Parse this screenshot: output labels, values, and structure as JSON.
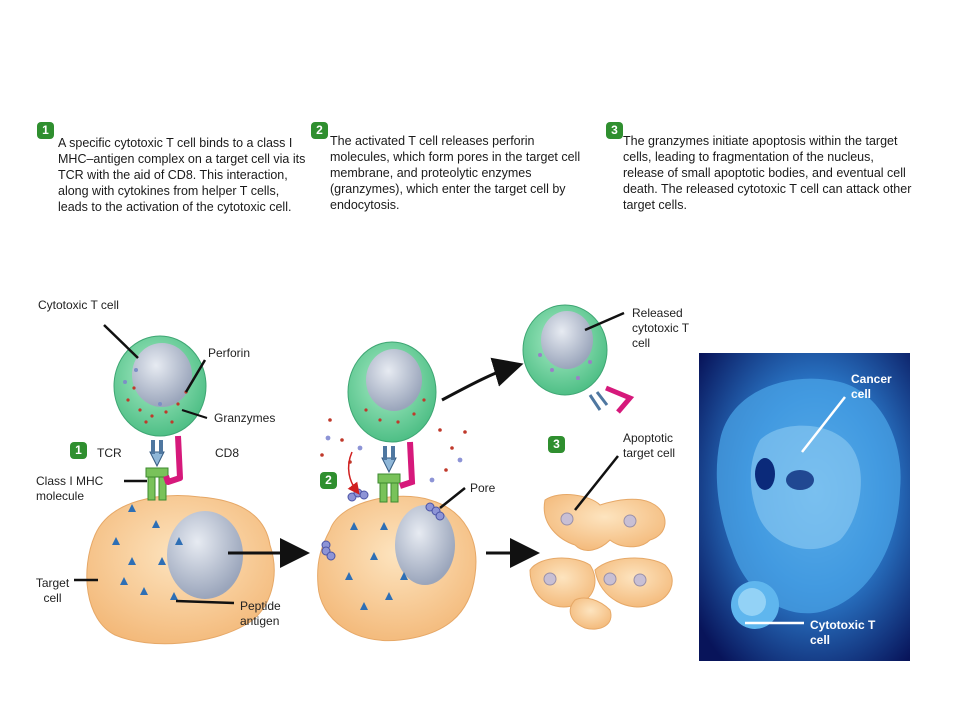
{
  "steps": [
    {
      "number": "1",
      "text": "A specific cytotoxic T cell binds to a class I MHC–antigen complex on a target cell via its TCR with the aid of CD8. This interaction, along with cytokines from helper T cells, leads to the activation of the cytotoxic cell."
    },
    {
      "number": "2",
      "text": "The activated T cell releases perforin molecules, which form pores in the target cell membrane, and proteolytic enzymes (granzymes), which enter the target cell by endocytosis."
    },
    {
      "number": "3",
      "text": "The granzymes initiate apoptosis within the target cells, leading to fragmentation of the nucleus, release of small apoptotic bodies, and eventual cell death. The released cytotoxic T cell can attack other target cells."
    }
  ],
  "labels": {
    "cytotoxic_t_cell": "Cytotoxic T cell",
    "perforin": "Perforin",
    "granzymes": "Granzymes",
    "tcr": "TCR",
    "cd8": "CD8",
    "class_mhc": "Class I MHC molecule",
    "target_cell": "Target cell",
    "peptide_antigen": "Peptide antigen",
    "pore": "Pore",
    "released": "Released cytotoxic T cell",
    "apoptotic": "Apoptotic target cell",
    "cancer_cell": "Cancer cell",
    "photo_t_cell": "Cytotoxic T cell"
  },
  "colors": {
    "badge": "#2f8f2f",
    "t_cell": "#6dcf9b",
    "target_cell": "#f6c88f",
    "nucleus": "#b9c2d3",
    "antigen": "#2e6fb5",
    "cd8": "#d6197b",
    "photo_bg": "#0a1a6e"
  }
}
